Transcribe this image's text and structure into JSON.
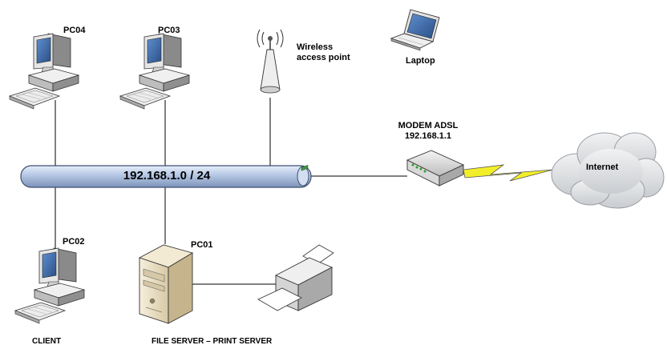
{
  "network": {
    "subnet": "192.168.1.0 / 24"
  },
  "nodes": {
    "pc04": "PC04",
    "pc03": "PC03",
    "pc02": "PC02",
    "pc01": "PC01",
    "wap_line1": "Wireless",
    "wap_line2": "access point",
    "laptop": "Laptop",
    "modem_line1": "MODEM ADSL",
    "modem_line2": "192.168.1.1",
    "internet": "Internet",
    "client": "CLIENT",
    "server_role": "FILE SERVER – PRINT SERVER"
  },
  "colors": {
    "bus_fill": "#b4c6e4",
    "bus_stroke": "#4a5a78",
    "link": "#000000",
    "device_light": "#f2f2f2",
    "device_mid": "#c8c8c8",
    "device_dark": "#7a7a7a",
    "screen": "#3d6fb0",
    "server_body": "#e8dcc0",
    "lightning": "#f2ee2a",
    "cloud": "#e2e4e6"
  }
}
